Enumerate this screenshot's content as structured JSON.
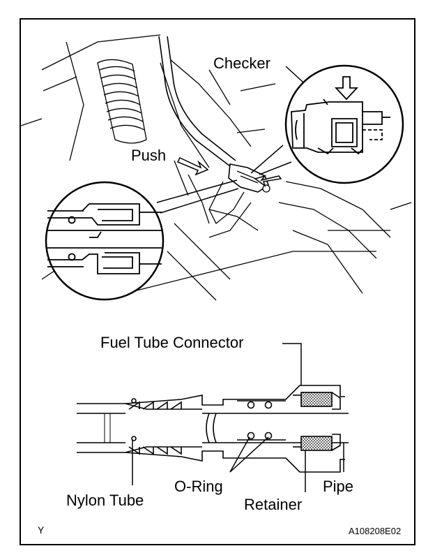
{
  "labels": {
    "checker": "Checker",
    "push": "Push",
    "fuel_tube_connector": "Fuel Tube Connector",
    "nylon_tube": "Nylon Tube",
    "o_ring": "O-Ring",
    "retainer": "Retainer",
    "pipe": "Pipe"
  },
  "footer": {
    "corner_mark": "Y",
    "figure_code": "A108208E02"
  }
}
